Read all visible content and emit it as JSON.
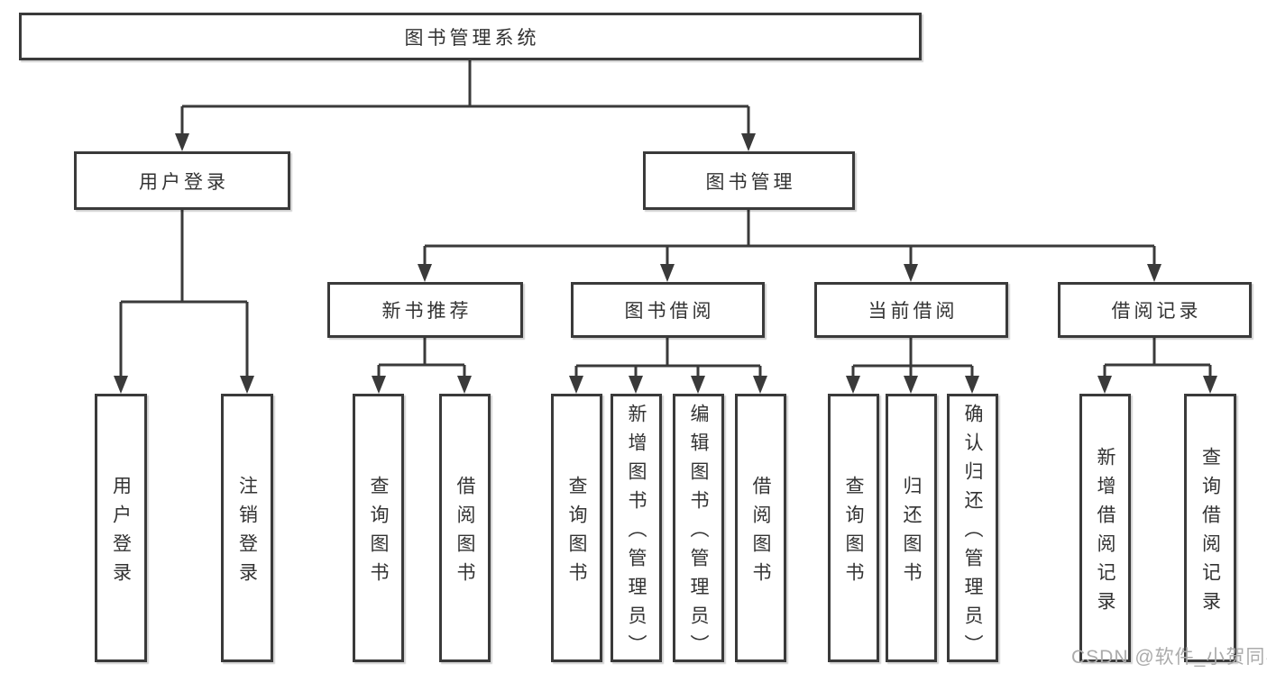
{
  "chart": {
    "root": "图书管理系统",
    "branches": [
      {
        "label": "用户登录",
        "children": [
          "用户登录",
          "注销登录"
        ]
      },
      {
        "label": "图书管理",
        "groups": [
          {
            "label": "新书推荐",
            "children": [
              "查询图书",
              "借阅图书"
            ]
          },
          {
            "label": "图书借阅",
            "children": [
              "查询图书",
              "新增图书（管理员）",
              "编辑图书（管理员）",
              "借阅图书"
            ]
          },
          {
            "label": "当前借阅",
            "children": [
              "查询图书",
              "归还图书",
              "确认归还（管理员）"
            ]
          },
          {
            "label": "借阅记录",
            "children": [
              "新增借阅记录",
              "查询借阅记录"
            ]
          }
        ]
      }
    ]
  },
  "watermark": "CSDN @软件_小贺同学",
  "colors": {
    "line": "#3a3a3a",
    "text": "#333333",
    "box_background": "#ffffff",
    "watermark": "#ababab",
    "background": "#ffffff"
  }
}
